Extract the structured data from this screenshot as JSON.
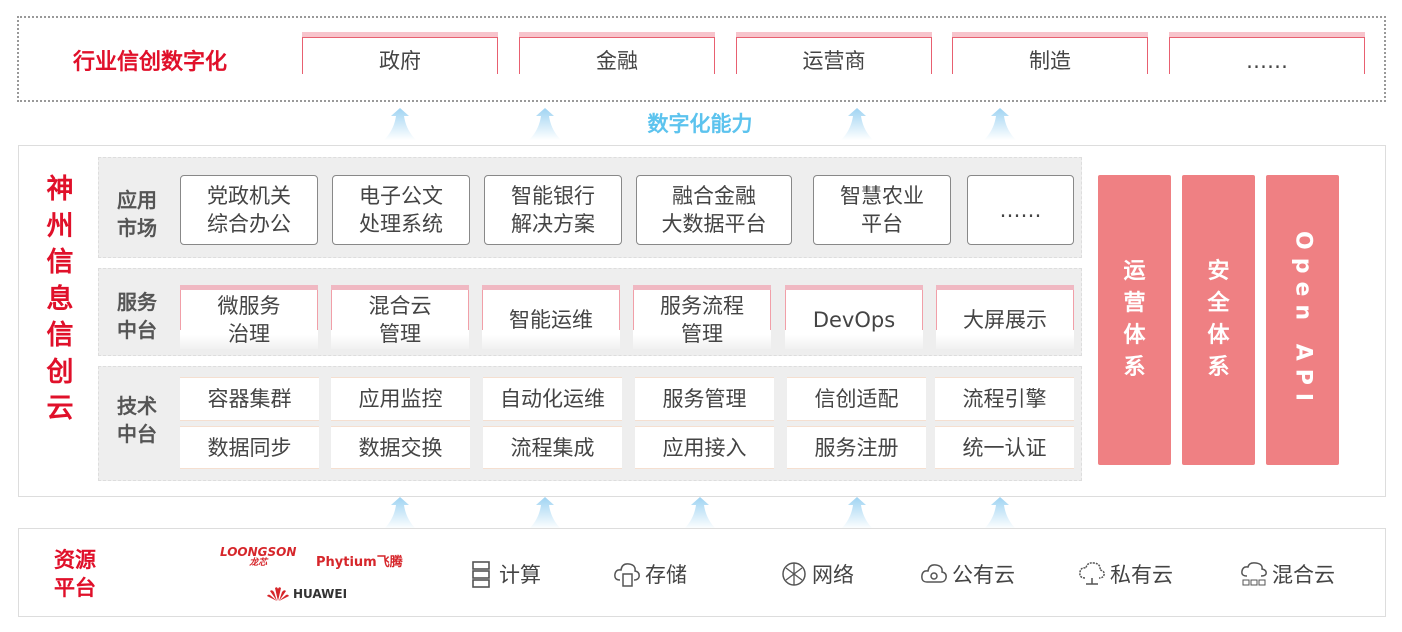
{
  "industry": {
    "title": "行业信创数字化",
    "tabs": [
      "政府",
      "金融",
      "运营商",
      "制造",
      "……"
    ]
  },
  "capability_label": "数字化能力",
  "cloud": {
    "title": "神州信息信创云",
    "app_market": {
      "label": [
        "应用",
        "市场"
      ],
      "items": [
        [
          "党政机关",
          "综合办公"
        ],
        [
          "电子公文",
          "处理系统"
        ],
        [
          "智能银行",
          "解决方案"
        ],
        [
          "融合金融",
          "大数据平台"
        ],
        [
          "智慧农业",
          "平台"
        ],
        [
          "……",
          ""
        ]
      ]
    },
    "service_platform": {
      "label": [
        "服务",
        "中台"
      ],
      "items": [
        [
          "微服务",
          "治理"
        ],
        [
          "混合云",
          "管理"
        ],
        [
          "智能运维",
          ""
        ],
        [
          "服务流程",
          "管理"
        ],
        [
          "DevOps",
          ""
        ],
        [
          "大屏展示",
          ""
        ]
      ]
    },
    "tech_platform": {
      "label": [
        "技术",
        "中台"
      ],
      "row1": [
        "容器集群",
        "应用监控",
        "自动化运维",
        "服务管理",
        "信创适配",
        "流程引擎"
      ],
      "row2": [
        "数据同步",
        "数据交换",
        "流程集成",
        "应用接入",
        "服务注册",
        "统一认证"
      ]
    },
    "pillars": [
      "运营体系",
      "安全体系",
      "Open API"
    ],
    "pillar_color": "#ef8083"
  },
  "resources": {
    "label": [
      "资源",
      "平台"
    ],
    "logos": [
      "LOONGSON",
      "龙芯",
      "Phytium飞腾",
      "HUAWEI"
    ],
    "items": [
      {
        "icon": "server-icon",
        "label": "计算"
      },
      {
        "icon": "cloud-storage-icon",
        "label": "存储"
      },
      {
        "icon": "network-icon",
        "label": "网络"
      },
      {
        "icon": "public-cloud-icon",
        "label": "公有云"
      },
      {
        "icon": "private-cloud-icon",
        "label": "私有云"
      },
      {
        "icon": "hybrid-cloud-icon",
        "label": "混合云"
      }
    ]
  },
  "colors": {
    "accent_red": "#e0102a",
    "capability_blue": "#5cc3ee",
    "pillar": "#ef8083"
  }
}
